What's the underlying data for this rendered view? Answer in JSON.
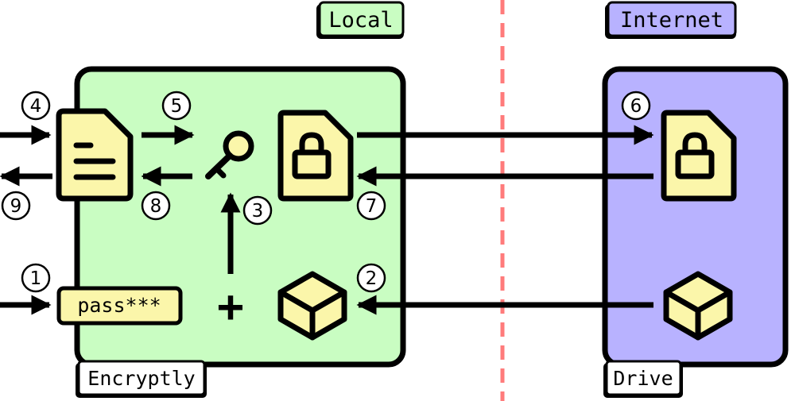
{
  "zones": {
    "local_label": "Local",
    "internet_label": "Internet"
  },
  "containers": {
    "app_label": "Encryptly",
    "cloud_label": "Drive"
  },
  "password_text": "pass***",
  "plus_symbol": "+",
  "steps": [
    "1",
    "2",
    "3",
    "4",
    "5",
    "6",
    "7",
    "8",
    "9"
  ],
  "colors": {
    "local_fill": "#c9fdc2",
    "internet_fill": "#b8b2ff",
    "item_fill": "#fbf6aa",
    "divider": "#ff7b7b",
    "stroke": "#000000"
  },
  "icons": {
    "document": "document-icon",
    "key": "key-icon",
    "locked_file": "locked-file-icon",
    "box": "box-icon"
  }
}
